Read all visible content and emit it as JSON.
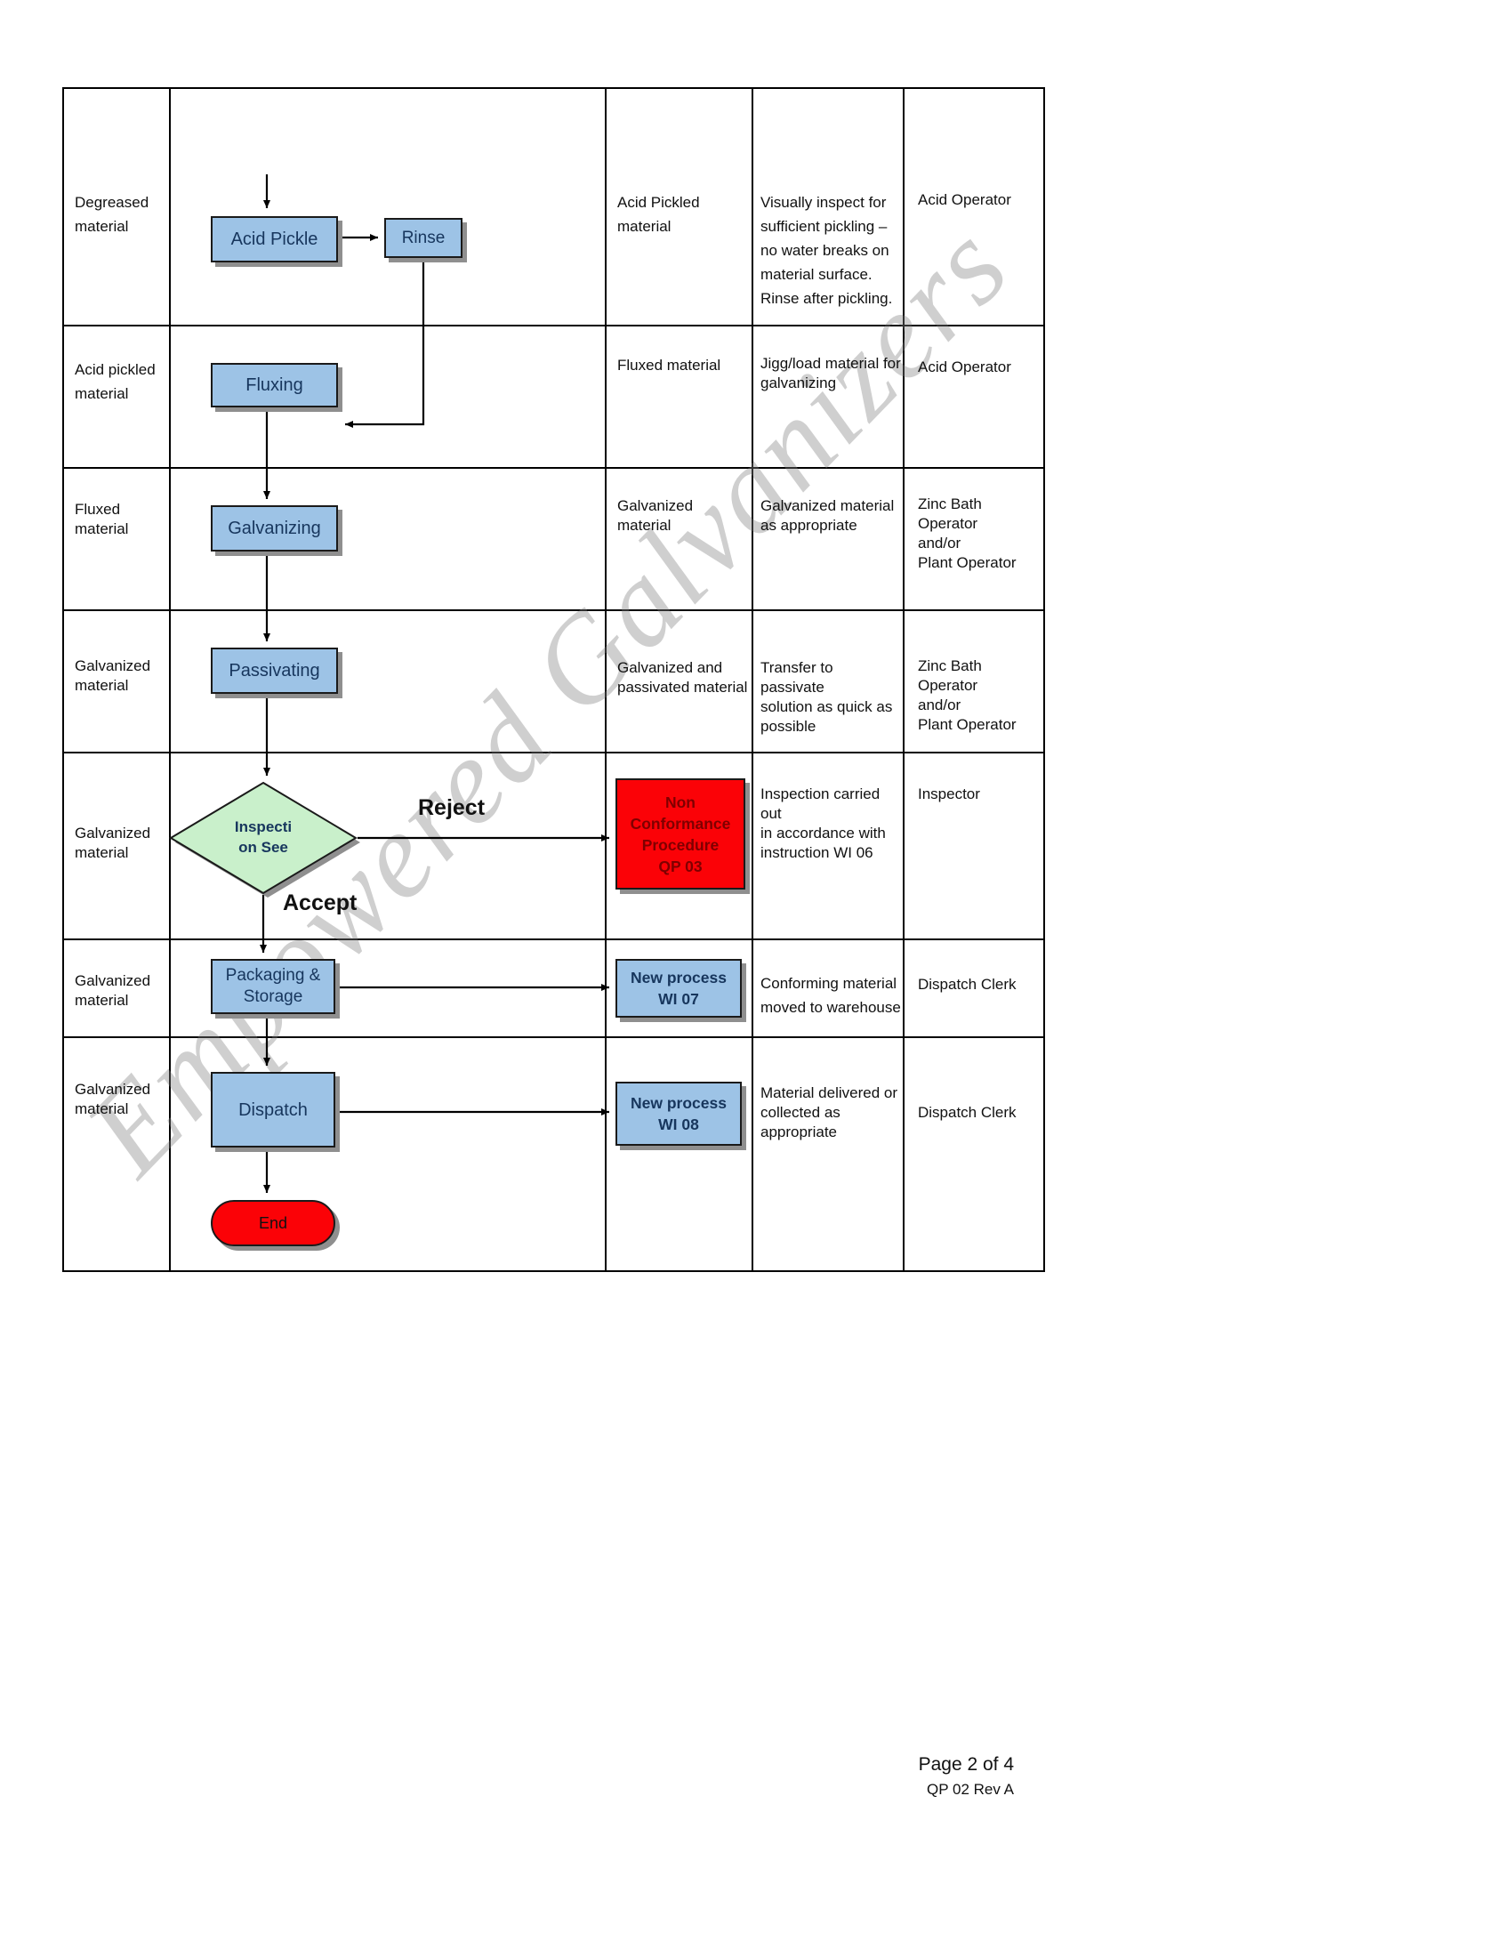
{
  "watermark": "Empowered Galvanizers",
  "footer": {
    "page": "Page 2 of 4",
    "rev": "QP 02 Rev A"
  },
  "colors": {
    "process_fill": "#9DC3E6",
    "decision_fill": "#C9F0CB",
    "alert_fill": "#FB0207",
    "terminator_fill": "#FB0207",
    "node_text": "#17365D",
    "alert_text": "#7F0000",
    "shadow": "#8F8F8F"
  },
  "flow": {
    "acid_pickle": "Acid Pickle",
    "rinse": "Rinse",
    "fluxing": "Fluxing",
    "galvanizing": "Galvanizing",
    "passivating": "Passivating",
    "inspection": "Inspecti\non See",
    "reject": "Reject",
    "accept": "Accept",
    "non_conformance": "Non\nConformance\nProcedure\nQP 03",
    "packaging": "Packaging &\nStorage",
    "wi07": "New process\nWI 07",
    "dispatch": "Dispatch",
    "wi08": "New process\nWI 08",
    "end": "End"
  },
  "rows": [
    {
      "input": "Degreased\nmaterial",
      "output": "Acid Pickled\nmaterial",
      "description": "Visually inspect for\nsufficient pickling –\nno water breaks on\nmaterial surface.\nRinse after pickling.",
      "responsible": "Acid Operator"
    },
    {
      "input": "Acid pickled\nmaterial",
      "output": "Fluxed material",
      "description": "Jigg/load material for\ngalvanizing",
      "responsible": "Acid Operator"
    },
    {
      "input": "Fluxed\nmaterial",
      "output": "Galvanized material",
      "description": "Galvanized material\nas appropriate",
      "responsible": "Zinc Bath\nOperator\nand/or\nPlant Operator"
    },
    {
      "input": "Galvanized\nmaterial",
      "output": "Galvanized and\npassivated material",
      "description": "Transfer to passivate\nsolution as quick as\npossible",
      "responsible": "Zinc Bath\nOperator\nand/or\nPlant Operator"
    },
    {
      "input": "Galvanized\nmaterial",
      "output": "",
      "description": "Inspection carried out\nin accordance with\ninstruction WI 06",
      "responsible": "Inspector"
    },
    {
      "input": "Galvanized\nmaterial",
      "output": "",
      "description": "Conforming material\nmoved to warehouse",
      "responsible": "Dispatch Clerk"
    },
    {
      "input": "Galvanized\nmaterial",
      "output": "",
      "description": "Material delivered or\ncollected as\nappropriate",
      "responsible": "Dispatch Clerk"
    }
  ]
}
